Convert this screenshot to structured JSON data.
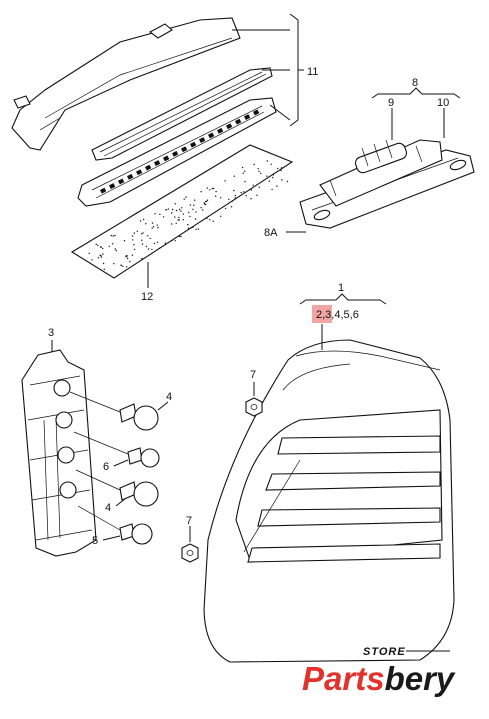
{
  "callouts": {
    "c11": "11",
    "c8": "8",
    "c9": "9",
    "c10": "10",
    "c8a": "8A",
    "c12": "12",
    "c1": "1",
    "c23456": "2,3,4,5,6",
    "c3": "3",
    "c4a": "4",
    "c6": "6",
    "c4b": "4",
    "c5": "5",
    "c7a": "7",
    "c7b": "7"
  },
  "watermark": {
    "store": "STORE",
    "brand_part1": "Parts",
    "brand_part2": "bery"
  },
  "colors": {
    "line": "#111111",
    "highlight": "#f2a5a5",
    "brand_red": "#e3312b",
    "brand_dark": "#1a1a1a"
  }
}
